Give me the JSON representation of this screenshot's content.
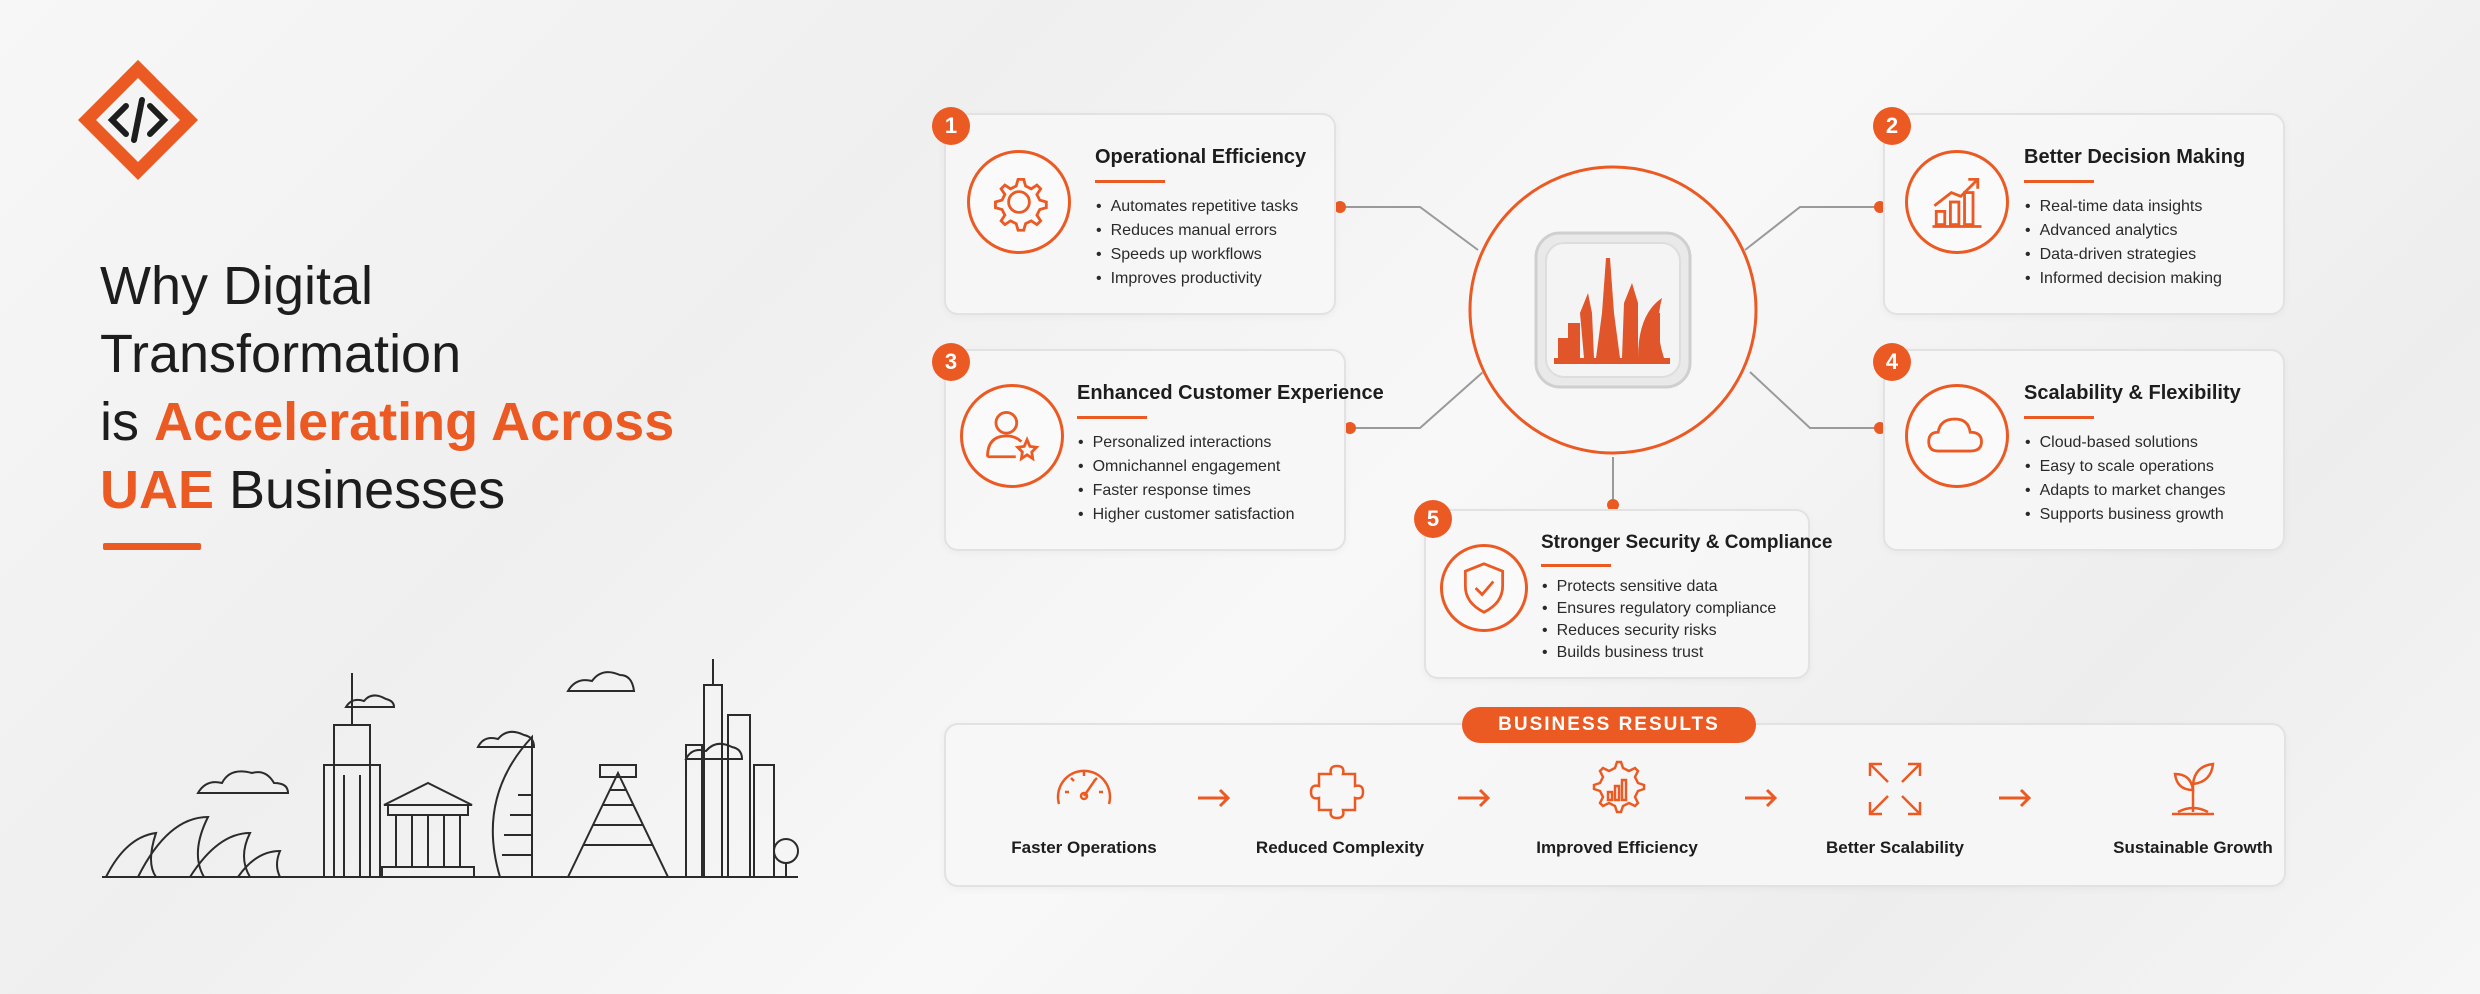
{
  "headline": {
    "line1": "Why Digital",
    "line2": "Transformation",
    "line3_prefix": "is ",
    "line3_highlight": "Accelerating Across",
    "line4_highlight": "UAE",
    "line4_suffix": " Businesses"
  },
  "colors": {
    "accent": "#ec5a24",
    "text": "#1d1d1d",
    "card_bg": "#f6f6f6"
  },
  "cards": [
    {
      "number": "1",
      "icon": "gear-icon",
      "title": "Operational Efficiency",
      "bullets": [
        "Automates repetitive tasks",
        "Reduces manual errors",
        "Speeds up workflows",
        "Improves productivity"
      ]
    },
    {
      "number": "2",
      "icon": "bar-chart-growth-icon",
      "title": "Better Decision Making",
      "bullets": [
        "Real-time data insights",
        "Advanced analytics",
        "Data-driven strategies",
        "Informed decision making"
      ]
    },
    {
      "number": "3",
      "icon": "user-star-icon",
      "title": "Enhanced Customer Experience",
      "bullets": [
        "Personalized interactions",
        "Omnichannel engagement",
        "Faster response times",
        "Higher customer satisfaction"
      ]
    },
    {
      "number": "4",
      "icon": "cloud-icon",
      "title": "Scalability & Flexibility",
      "bullets": [
        "Cloud-based solutions",
        "Easy to scale operations",
        "Adapts to market changes",
        "Supports business growth"
      ]
    },
    {
      "number": "5",
      "icon": "shield-check-icon",
      "title": "Stronger Security & Compliance",
      "bullets": [
        "Protects sensitive data",
        "Ensures regulatory compliance",
        "Reduces security risks",
        "Builds business trust"
      ]
    }
  ],
  "results": {
    "title": "BUSINESS RESULTS",
    "items": [
      {
        "icon": "speedometer-icon",
        "label": "Faster Operations"
      },
      {
        "icon": "puzzle-icon",
        "label": "Reduced Complexity"
      },
      {
        "icon": "gear-chart-icon",
        "label": "Improved Efficiency"
      },
      {
        "icon": "expand-arrows-icon",
        "label": "Better Scalability"
      },
      {
        "icon": "sprout-icon",
        "label": "Sustainable Growth"
      }
    ]
  }
}
